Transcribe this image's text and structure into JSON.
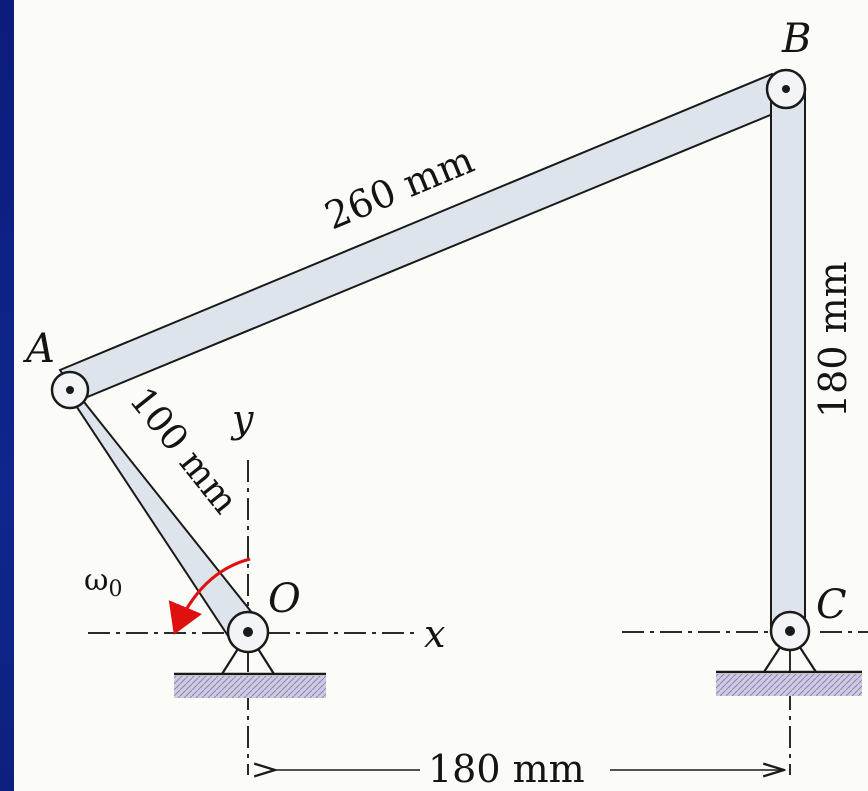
{
  "labels": {
    "point_a": "A",
    "point_b": "B",
    "point_c": "C",
    "point_o": "O",
    "axis_x": "x",
    "axis_y": "y",
    "omega": "ω",
    "omega_sub": "0"
  },
  "dimensions": {
    "link_ab": "260 mm",
    "link_oa": "100 mm",
    "link_bc": "180 mm",
    "base_oc": "180 mm"
  },
  "colors": {
    "background": "#10268e",
    "paper": "#fbfbf8",
    "link_fill": "#dde4ec",
    "link_stroke": "#1a1a1a",
    "omega_arrow": "#e01010",
    "ground": "#c8c4dc"
  }
}
